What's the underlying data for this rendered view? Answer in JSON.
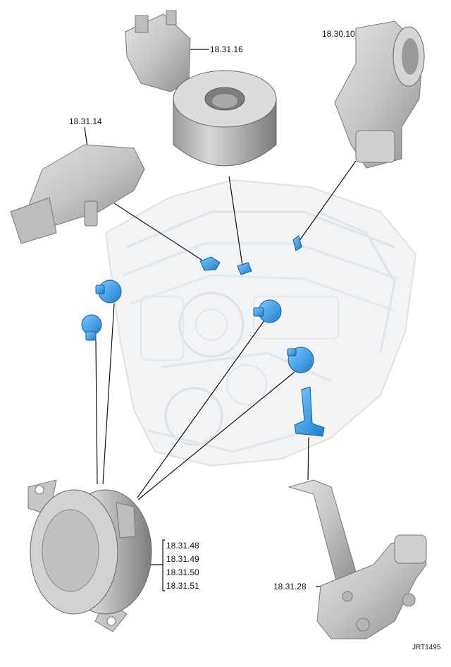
{
  "labels": {
    "knock_sensor": "18.31.16",
    "cam_sensor": "18.30.10",
    "pressure_sensor": "18.31.14",
    "solenoid_1": "18.31.48",
    "solenoid_2": "18.31.49",
    "solenoid_3": "18.31.50",
    "solenoid_4": "18.31.51",
    "oil_level_sensor": "18.31.28"
  },
  "reference": "JRT1495",
  "colors": {
    "highlight": "#2f9be8",
    "part_grey": "#c8c8c8",
    "engine_ghost": "#d9dde0",
    "leader": "#111111"
  }
}
